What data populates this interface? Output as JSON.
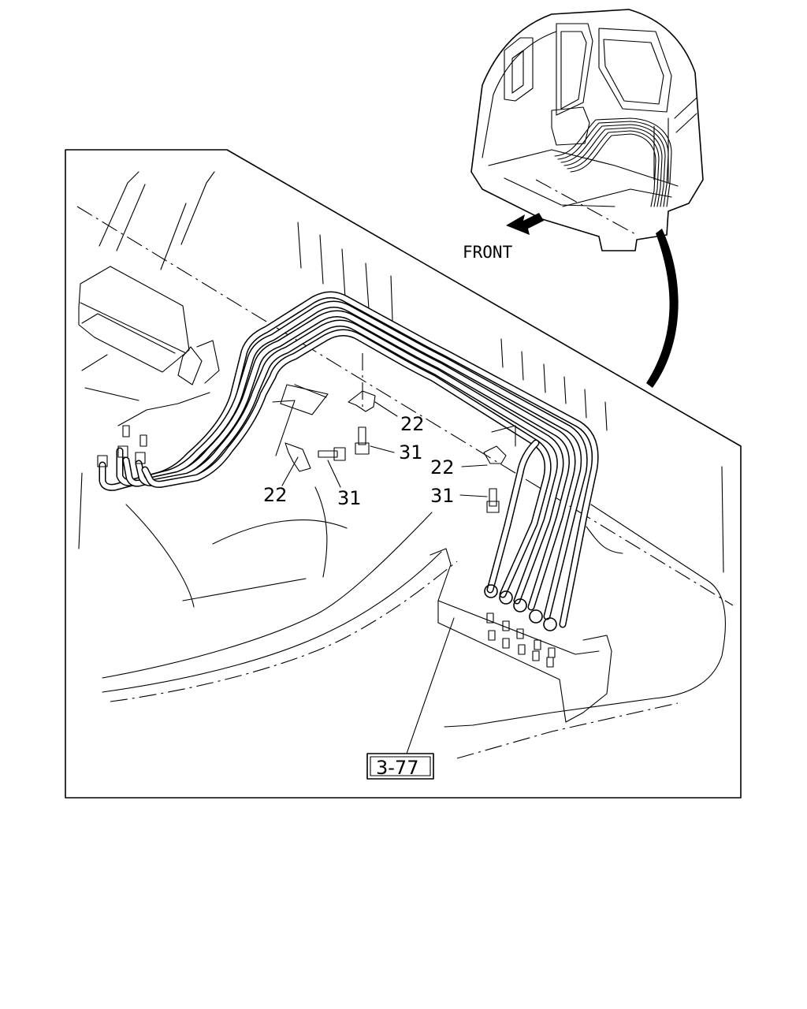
{
  "orientation": {
    "front_label": "FRONT"
  },
  "callouts": [
    {
      "id": "clip-upper",
      "text": "22"
    },
    {
      "id": "bolt-upper",
      "text": "31"
    },
    {
      "id": "clip-left",
      "text": "22"
    },
    {
      "id": "bolt-left",
      "text": "31"
    },
    {
      "id": "clip-right",
      "text": "22"
    },
    {
      "id": "bolt-right",
      "text": "31"
    }
  ],
  "reference": {
    "page_ref": "3-77"
  }
}
